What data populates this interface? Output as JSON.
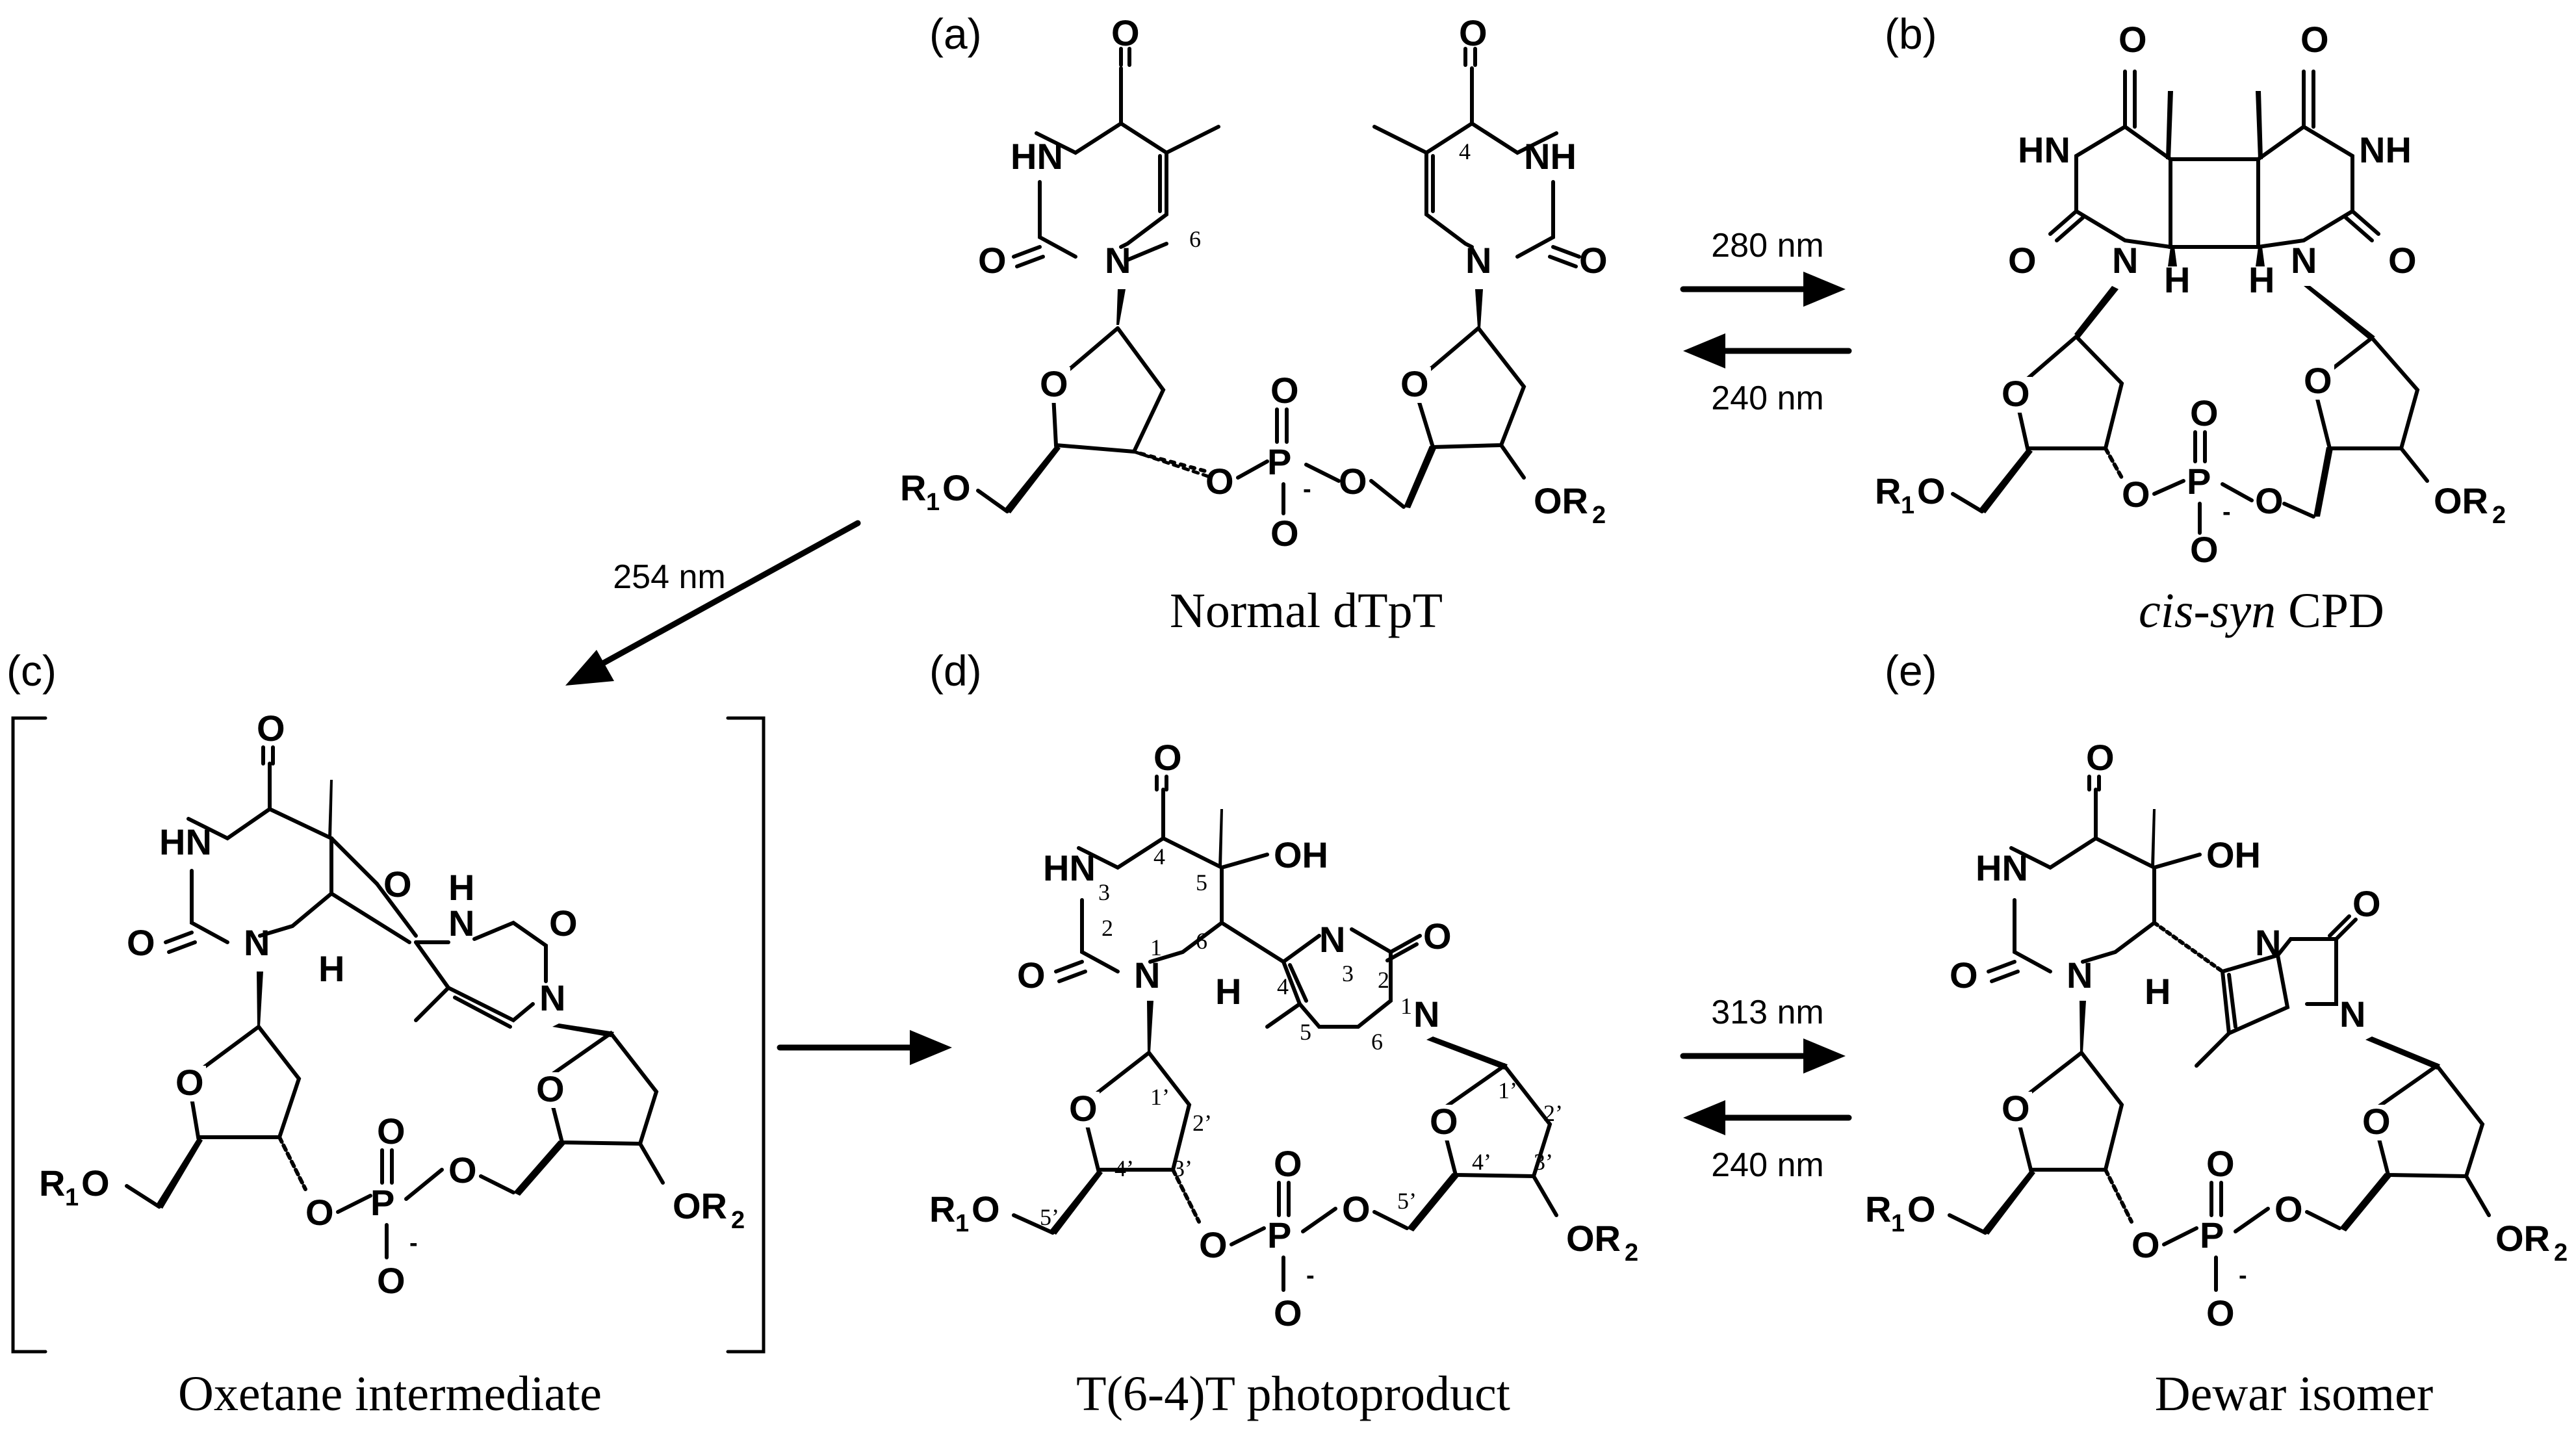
{
  "panels": {
    "a": {
      "label": "(a)",
      "caption": "Normal dTpT"
    },
    "b": {
      "label": "(b)",
      "caption_italic": "cis-syn",
      "caption_rest": " CPD"
    },
    "c": {
      "label": "(c)",
      "caption": "Oxetane intermediate"
    },
    "d": {
      "label": "(d)",
      "caption": "T(6-4)T photoproduct"
    },
    "e": {
      "label": "(e)",
      "caption": "Dewar isomer"
    }
  },
  "wavelengths": {
    "ab_forward": "280 nm",
    "ab_reverse": "240 nm",
    "ac": "254 nm",
    "de_forward": "313 nm",
    "de_reverse": "240 nm"
  },
  "atoms": {
    "O": "O",
    "N": "N",
    "H": "H",
    "HN": "HN",
    "NH": "NH",
    "P": "P",
    "OH": "OH",
    "R1O_R": "R",
    "R1O_sub": "1",
    "R1O_O": "O",
    "OR2_O": "OR",
    "OR2_sub": "2",
    "minus": "-"
  },
  "numbering": {
    "n1": "1",
    "n2": "2",
    "n3": "3",
    "n4": "4",
    "n5": "5",
    "n6": "6",
    "p1": "1’",
    "p2": "2’",
    "p3": "3’",
    "p4": "4’",
    "p5": "5’"
  }
}
